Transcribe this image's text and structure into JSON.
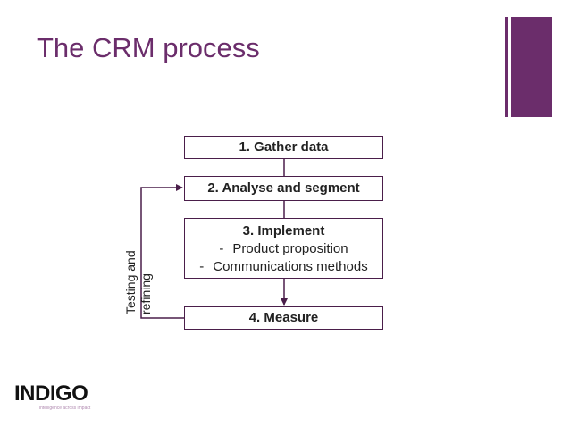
{
  "slide": {
    "title": "The CRM process"
  },
  "diagram": {
    "steps": [
      {
        "label": "1. Gather data"
      },
      {
        "label": "2. Analyse and segment"
      },
      {
        "label": "3. Implement",
        "items": [
          "Product proposition",
          "Communications methods"
        ],
        "item_marker": "-"
      },
      {
        "label": "4. Measure"
      }
    ],
    "loop_label_line1": "Testing and",
    "loop_label_line2": "refining"
  },
  "logo": {
    "name": "INDIGO",
    "tagline": "intelligence across impact"
  },
  "colors": {
    "accent": "#6b2d6b",
    "box_border": "#4a1e4a",
    "text": "#222222"
  }
}
